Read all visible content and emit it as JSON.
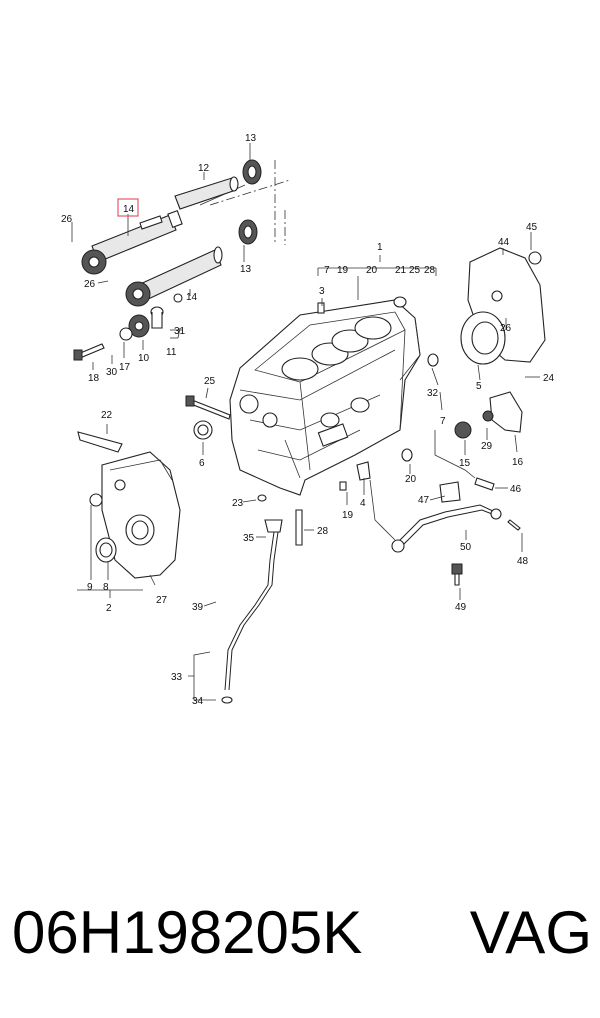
{
  "highlighted_callout": "14",
  "callouts": {
    "c1": "1",
    "c2": "2",
    "c3": "3",
    "c4": "4",
    "c5": "5",
    "c6": "6",
    "c7": "7",
    "c7b": "7",
    "c8": "8",
    "c9": "9",
    "c10": "10",
    "c11": "11",
    "c12": "12",
    "c13a": "13",
    "c13b": "13",
    "c14a": "14",
    "c14b": "14",
    "c15": "15",
    "c16": "16",
    "c17": "17",
    "c18": "18",
    "c19a": "19",
    "c19b": "19",
    "c20a": "20",
    "c20b": "20",
    "c21": "21",
    "c22": "22",
    "c23": "23",
    "c24": "24",
    "c25a": "25",
    "c25b": "25",
    "c26a": "26",
    "c26b": "26",
    "c26c": "26",
    "c27": "27",
    "c28a": "28",
    "c28b": "28",
    "c29": "29",
    "c30": "30",
    "c31": "31",
    "c32": "32",
    "c33": "33",
    "c34": "34",
    "c35": "35",
    "c39": "39",
    "c44": "44",
    "c45": "45",
    "c46": "46",
    "c47": "47",
    "c48": "48",
    "c49": "49",
    "c50": "50"
  },
  "caption": {
    "part_number": "06H198205K",
    "brand": "VAG"
  },
  "colors": {
    "highlight": "#e35b6b",
    "ink": "#222222"
  }
}
